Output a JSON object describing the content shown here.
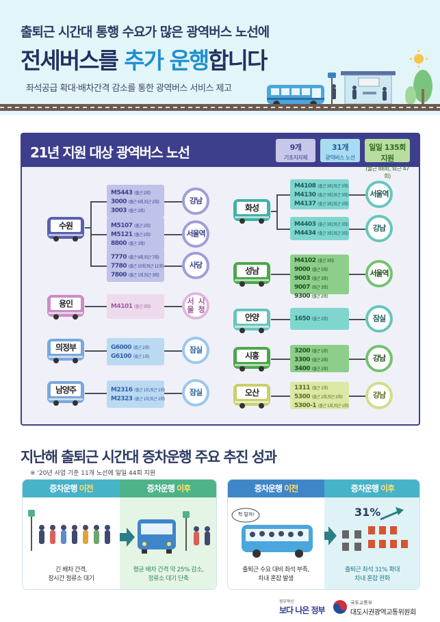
{
  "header": {
    "line1": "출퇴근 시간대 통행 수요가 많은 광역버스 노선에",
    "line2_pre": "전세버스를 ",
    "line2_hl": "추가 운행",
    "line2_post": "합니다",
    "line3": "좌석공급 확대·배차간격 감소를 통한 광역버스 서비스 제고"
  },
  "routes_section": {
    "title": "21년 지원 대상 광역버스 노선",
    "stats": [
      {
        "big": "9개",
        "small": "기초지자체"
      },
      {
        "big": "31개",
        "small": "광역버스 노선"
      },
      {
        "big": "일일 135회 지원",
        "small": "(출근 88회, 퇴근 47회)"
      }
    ],
    "left": [
      {
        "origin": "수원",
        "groups": [
          {
            "routes": [
              {
                "no": "M5443",
                "note": "(출근 2회)"
              },
              {
                "no": "3000",
                "note": "(출근 6회,퇴근 2회)"
              },
              {
                "no": "3003",
                "note": "(출근 2회)"
              }
            ],
            "dest": "강남"
          },
          {
            "routes": [
              {
                "no": "M5107",
                "note": "(출근 2회)"
              },
              {
                "no": "M5121",
                "note": "(출근 2회)"
              },
              {
                "no": "8800",
                "note": "(출근 3회)"
              }
            ],
            "dest": "서울역"
          },
          {
            "routes": [
              {
                "no": "7770",
                "note": "(출근 9회,퇴근 7회)"
              },
              {
                "no": "7780",
                "note": "(출근 15회,퇴근 11회)"
              },
              {
                "no": "7800",
                "note": "(출근 1회,퇴근 3회)"
              }
            ],
            "dest": "사당"
          }
        ]
      },
      {
        "origin": "용인",
        "groups": [
          {
            "routes": [
              {
                "no": "M4101",
                "note": "(출근 3회)"
              }
            ],
            "dest": "서울 시청"
          }
        ]
      },
      {
        "origin": "의정부",
        "groups": [
          {
            "routes": [
              {
                "no": "G6000",
                "note": "(출근 2회)"
              },
              {
                "no": "G6100",
                "note": "(출근 1회)"
              }
            ],
            "dest": "잠실"
          }
        ]
      },
      {
        "origin": "남양주",
        "groups": [
          {
            "routes": [
              {
                "no": "M2316",
                "note": "(출근 1회,퇴근 1회)"
              },
              {
                "no": "M2323",
                "note": "(출근 1회,퇴근 2회)"
              }
            ],
            "dest": "잠실"
          }
        ]
      }
    ],
    "right": [
      {
        "origin": "화성",
        "groups": [
          {
            "routes": [
              {
                "no": "M4108",
                "note": "(출근 3회,퇴근 3회)"
              },
              {
                "no": "M4130",
                "note": "(출근 3회,퇴근 3회)"
              },
              {
                "no": "M4137",
                "note": "(출근 3회,퇴근 3회)"
              }
            ],
            "dest": "서울역"
          },
          {
            "routes": [
              {
                "no": "M4403",
                "note": "(출근 3회,퇴근 3회)"
              },
              {
                "no": "M4434",
                "note": "(출근 3회,퇴근 3회)"
              }
            ],
            "dest": "강남"
          }
        ]
      },
      {
        "origin": "성남",
        "groups": [
          {
            "routes": [
              {
                "no": "M4102",
                "note": "(출근 3회)"
              },
              {
                "no": "9000",
                "note": "(출근 5회)"
              },
              {
                "no": "9003",
                "note": "(출근 3회)"
              },
              {
                "no": "9007",
                "note": "(퇴근 3회)"
              },
              {
                "no": "9300",
                "note": "(출근 2회)"
              }
            ],
            "dest": "서울역"
          }
        ]
      },
      {
        "origin": "안양",
        "groups": [
          {
            "routes": [
              {
                "no": "1650",
                "note": "(출근 2회)"
              }
            ],
            "dest": "잠실"
          }
        ]
      },
      {
        "origin": "시흥",
        "groups": [
          {
            "routes": [
              {
                "no": "3200",
                "note": "(출근 1회)"
              },
              {
                "no": "3300",
                "note": "(출근 2회)"
              },
              {
                "no": "3400",
                "note": "(출근 1회)"
              }
            ],
            "dest": "강남"
          }
        ]
      },
      {
        "origin": "오산",
        "groups": [
          {
            "routes": [
              {
                "no": "1311",
                "note": "(출근 1회)"
              },
              {
                "no": "5300",
                "note": "(출근 2회,퇴근 2회)"
              },
              {
                "no": "5300-1",
                "note": "(출근 1회,퇴근 1회)"
              }
            ],
            "dest": "강남"
          }
        ]
      }
    ]
  },
  "results_section": {
    "title": "지난해 출퇴근 시간대 증차운행 주요 추진 성과",
    "note": "※ '20년 사업 기준 11개 노선에 일일 44회 지원",
    "left_panel": {
      "tab_before": "증차운행 ",
      "tab_before_acc": "이전",
      "tab_after": "증차운행 ",
      "tab_after_acc": "이후",
      "caption_before": [
        "긴 배차 간격,",
        "장시간 정류소 대기"
      ],
      "caption_after": [
        "평균 배차 간격 약 25% 감소,",
        "정류소 대기 단축"
      ]
    },
    "right_panel": {
      "tab_before": "증차운행 ",
      "tab_before_acc": "이전",
      "tab_after": "증차운행 ",
      "tab_after_acc": "이후",
      "bubble": "헉 탈까!",
      "percent": "31%",
      "caption_before": [
        "출퇴근 수요 대비 좌석 부족,",
        "차내 혼잡 발생"
      ],
      "caption_after": [
        "출퇴근 좌석 31% 확대",
        "차내 혼잡 완화"
      ]
    }
  },
  "footer": {
    "gov_small": "정부혁신",
    "gov_big": "보다 나은 정부",
    "ministry_small": "국토교통부",
    "ministry_big": "대도시권광역교통위원회"
  },
  "colors": {
    "navy": "#3d3f8c",
    "accent_blue": "#1f8fcf",
    "teal_tab": "#47b3c8",
    "green_tab": "#4fb38a",
    "blue_tab": "#3f86c9"
  }
}
